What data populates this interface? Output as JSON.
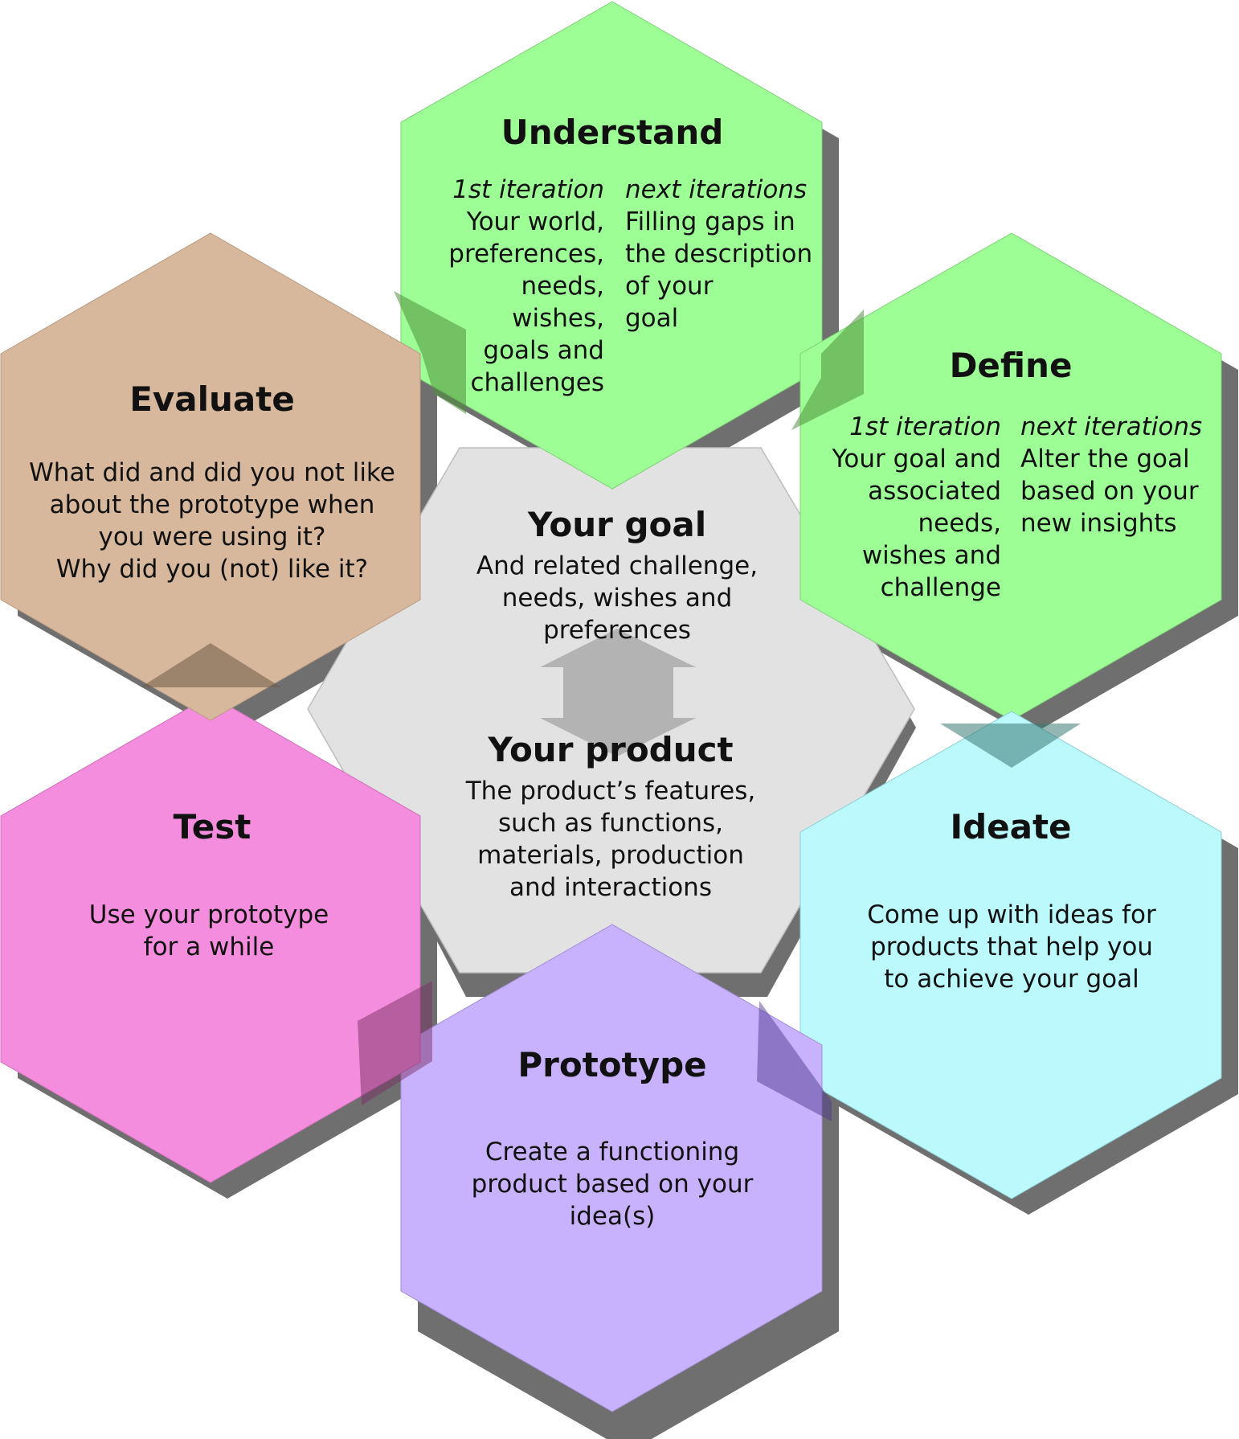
{
  "colors": {
    "shadow": "#6f6f6f",
    "center_hex": "#e2e2e2",
    "center_arrow": "#b3b3b3",
    "understand": "#9efe96",
    "define": "#9efe96",
    "ideate": "#bbf9fd",
    "prototype": "#c9b2fd",
    "test": "#f48ddd",
    "evaluate": "#d8b89c"
  },
  "center": {
    "goal_title": "Your goal",
    "goal_text": "And related challenge,\nneeds, wishes and\npreferences",
    "product_title": "Your product",
    "product_text": "The product’s features,\nsuch as functions,\nmaterials, production\nand interactions"
  },
  "understand": {
    "title": "Understand",
    "first_label": "1st iteration",
    "first_text": "Your world,\npreferences,\nneeds,\nwishes,\ngoals and\nchallenges",
    "next_label": "next iterations",
    "next_text": "Filling gaps in\nthe description\nof your\ngoal"
  },
  "define": {
    "title": "Define",
    "first_label": "1st iteration",
    "first_text": "Your goal and\nassociated\nneeds,\nwishes and\nchallenge",
    "next_label": "next iterations",
    "next_text": "Alter the goal\nbased on your\nnew insights"
  },
  "ideate": {
    "title": "Ideate",
    "text": "Come up with ideas for\nproducts that help you\nto achieve your goal"
  },
  "prototype": {
    "title": "Prototype",
    "text": "Create a functioning\nproduct based on your\nidea(s)"
  },
  "test": {
    "title": "Test",
    "text": "Use your prototype\nfor a while"
  },
  "evaluate": {
    "title": "Evaluate",
    "text": "What did and did you not like\nabout the prototype when\nyou were using it?\nWhy did you (not) like it?"
  }
}
